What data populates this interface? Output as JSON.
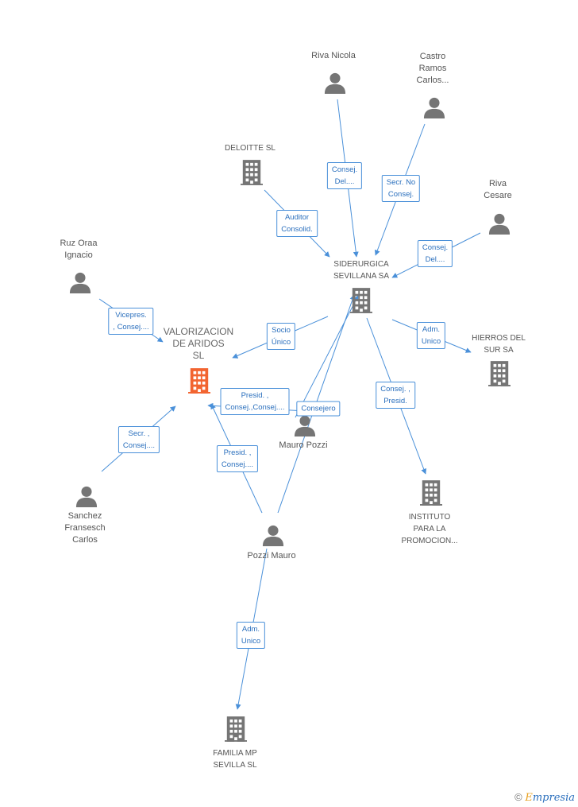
{
  "colors": {
    "edge": "#4a90d9",
    "node_icon": "#757575",
    "main_company": "#f26430",
    "label_border": "#4a90d9",
    "label_text": "#2a6fbd"
  },
  "nodes": [
    {
      "id": "riva-nicola",
      "type": "person",
      "label": "Riva Nicola"
    },
    {
      "id": "castro-ramos",
      "type": "person",
      "label": "Castro\nRamos\nCarlos..."
    },
    {
      "id": "deloitte",
      "type": "company",
      "label": "DELOITTE SL"
    },
    {
      "id": "riva-cesare",
      "type": "person",
      "label": "Riva\nCesare"
    },
    {
      "id": "siderurgica",
      "type": "company",
      "label": "SIDERURGICA\nSEVILLANA SA"
    },
    {
      "id": "ruz-oraa",
      "type": "person",
      "label": "Ruz Oraa\nIgnacio"
    },
    {
      "id": "valorizacion",
      "type": "company",
      "main": true,
      "label": "VALORIZACION\nDE ARIDOS\nSL"
    },
    {
      "id": "hierros",
      "type": "company",
      "label": "HIERROS DEL\nSUR SA"
    },
    {
      "id": "mauro-pozzi",
      "type": "person",
      "label": "Mauro Pozzi"
    },
    {
      "id": "sanchez",
      "type": "person",
      "label": "Sanchez\nFransesch\nCarlos"
    },
    {
      "id": "instituto",
      "type": "company",
      "label": "INSTITUTO\nPARA LA\nPROMOCION..."
    },
    {
      "id": "pozzi-mauro",
      "type": "person",
      "label": "Pozzi Mauro"
    },
    {
      "id": "familia",
      "type": "company",
      "label": "FAMILIA MP\nSEVILLA SL"
    }
  ],
  "edges": [
    {
      "from": "riva-nicola",
      "to": "siderurgica",
      "label": "Consej.\nDel...."
    },
    {
      "from": "castro-ramos",
      "to": "siderurgica",
      "label": "Secr.  No\nConsej."
    },
    {
      "from": "deloitte",
      "to": "siderurgica",
      "label": "Auditor\nConsolid."
    },
    {
      "from": "riva-cesare",
      "to": "siderurgica",
      "label": "Consej.\nDel...."
    },
    {
      "from": "siderurgica",
      "to": "valorizacion",
      "label": "Socio\nÚnico"
    },
    {
      "from": "siderurgica",
      "to": "hierros",
      "label": "Adm.\nUnico"
    },
    {
      "from": "siderurgica",
      "to": "instituto",
      "label": "Consej. ,\nPresid."
    },
    {
      "from": "ruz-oraa",
      "to": "valorizacion",
      "label": "Vicepres.\n, Consej...."
    },
    {
      "from": "mauro-pozzi",
      "to": "valorizacion",
      "label": "Presid. ,\nConsej.,Consej...."
    },
    {
      "from": "mauro-pozzi",
      "to": "siderurgica",
      "label": "Consejero"
    },
    {
      "from": "sanchez",
      "to": "valorizacion",
      "label": "Secr. ,\nConsej...."
    },
    {
      "from": "pozzi-mauro",
      "to": "valorizacion",
      "label": "Presid. ,\nConsej...."
    },
    {
      "from": "pozzi-mauro",
      "to": "siderurgica",
      "label": ""
    },
    {
      "from": "pozzi-mauro",
      "to": "familia",
      "label": "Adm.\nUnico"
    }
  ],
  "brand": {
    "copyright": "©",
    "e": "E",
    "rest": "mpresia"
  }
}
